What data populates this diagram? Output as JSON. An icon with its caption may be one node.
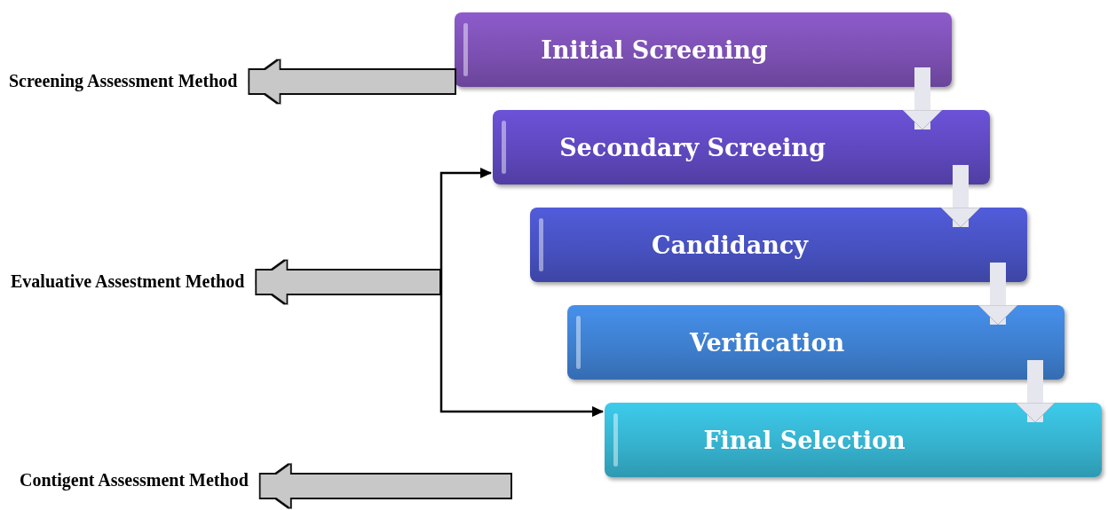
{
  "diagram": {
    "nodes": [
      {
        "text": [
          "Initial Screening"
        ]
      },
      {
        "text": [
          "Secondary Screeing"
        ]
      },
      {
        "text": [
          "Candidancy"
        ]
      },
      {
        "text": [
          "Verification"
        ]
      },
      {
        "text": [
          "Final Selection"
        ]
      },
      {
        "text": [
          "Screening Assessment Method"
        ]
      },
      {
        "text": [
          "Evaluative Assestment Method"
        ]
      },
      {
        "text": [
          "Contigent Assessment Method"
        ]
      }
    ],
    "edges": [
      {
        "from": 0,
        "to": 1,
        "arrow": "to"
      },
      {
        "from": 1,
        "to": 2,
        "arrow": "to"
      },
      {
        "from": 2,
        "to": 3,
        "arrow": "to"
      },
      {
        "from": 3,
        "to": 4,
        "arrow": "to"
      },
      {
        "from": 0,
        "to": 5,
        "arrow": "to",
        "color": "#c8c8c8"
      },
      {
        "from": null,
        "to": 6,
        "arrow": "to",
        "color": "#c8c8c8"
      },
      {
        "from": null,
        "to": 7,
        "arrow": "to",
        "color": "#c8c8c8"
      },
      {
        "from": null,
        "to": 1,
        "arrow": "to",
        "color": "#000000"
      },
      {
        "from": null,
        "to": 4,
        "arrow": "to",
        "color": "#000000"
      }
    ]
  }
}
